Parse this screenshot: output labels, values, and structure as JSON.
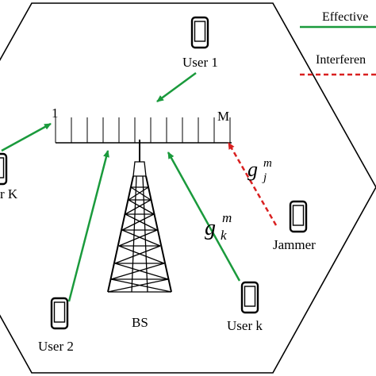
{
  "legend": {
    "effective_label": "Effective",
    "interference_label": "Interferen",
    "effective_color": "#1a9a3c",
    "interference_color": "#d92020"
  },
  "array": {
    "start_label": "1",
    "end_label": "M"
  },
  "nodes": {
    "user1": "User 1",
    "user2": "User 2",
    "userk": "User k",
    "userK": "r K",
    "jammer": "Jammer",
    "bs": "BS"
  },
  "channels": {
    "gk_base": "g",
    "gk_sup": "m",
    "gk_sub": "k",
    "gj_base": "g",
    "gj_sup": "m",
    "gj_sub": "j"
  },
  "icons": [
    "phone-icon",
    "tower-icon",
    "antenna-array-icon"
  ]
}
